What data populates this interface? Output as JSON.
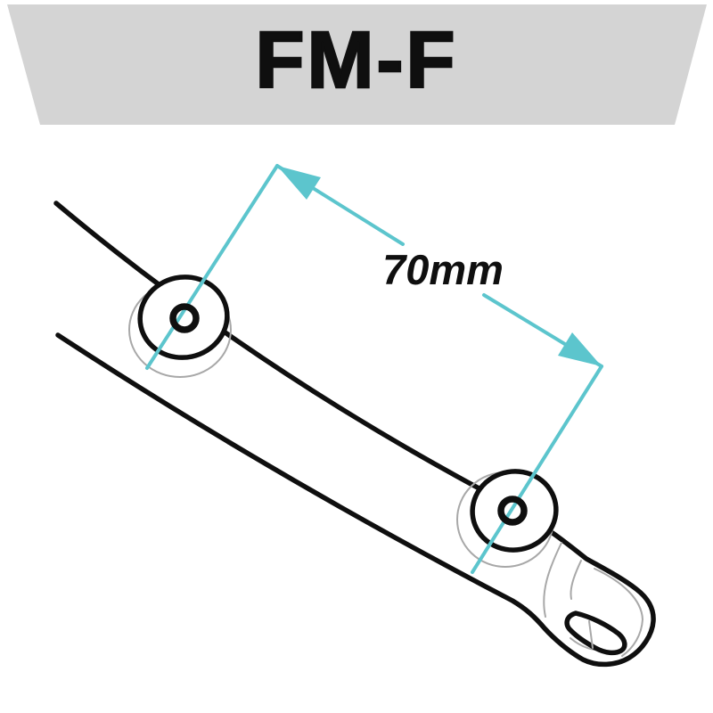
{
  "header": {
    "model_label": "FM-F",
    "background_color": "#D4D4D4",
    "text_color": "#0F0F0F"
  },
  "diagram": {
    "dimension_label": "70mm",
    "accent_color": "#5CC5CD",
    "outline_color": "#0F0F0F",
    "contour_color": "#A8A8A8",
    "background_color": "#FFFFFF",
    "parts": [
      "mounting-arm",
      "bolt-boss-left",
      "bolt-boss-right",
      "hook-clamp-end",
      "hole-spacing-dimension"
    ]
  }
}
